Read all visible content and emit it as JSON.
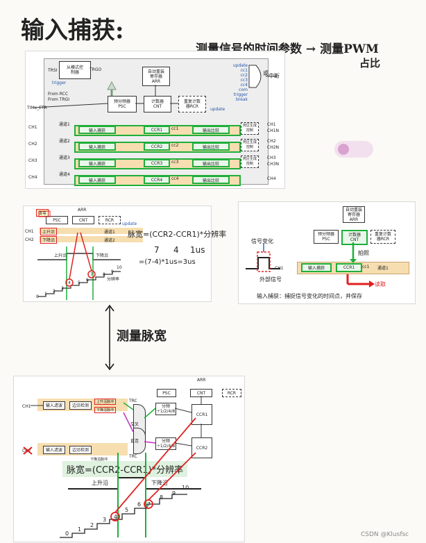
{
  "heading": "输入捕获:",
  "note": {
    "line1": "测量信号的时间参数 → 测量PWM",
    "line2": "占比"
  },
  "fig1": {
    "trsi": "TRSI",
    "trgo": "TRGO",
    "slave": [
      "从模式控",
      "制器"
    ],
    "trigger": "trigger",
    "from_rcc": "From RCC",
    "from_trgi": "From TRGI",
    "etr": "TIMx_ETR",
    "arr": [
      "自动重装",
      "寄存器",
      "ARR"
    ],
    "psc": [
      "预分频器",
      "PSC"
    ],
    "cnt": [
      "计数器",
      "CNT"
    ],
    "rcr": [
      "重复计数",
      "器RCR"
    ],
    "update": "update",
    "irq_list": [
      "update",
      "cc1",
      "cc2",
      "cc3",
      "cc4",
      "com",
      "trigger",
      "break"
    ],
    "irq_gate": "或",
    "irq_label": "中断",
    "channels": [
      {
        "pin": "CH1",
        "lane": "通道1",
        "in": "输入捕获",
        "ccr": "CCR1",
        "cc": "cc1",
        "out": "输出比较",
        "dt": [
          "死区生成",
          "控制"
        ],
        "o1": "CH1",
        "o2": "CH1N"
      },
      {
        "pin": "CH2",
        "lane": "通道2",
        "in": "输入捕获",
        "ccr": "CCR2",
        "cc": "cc2",
        "out": "输出比较",
        "dt": [
          "死区生成",
          "控制"
        ],
        "o1": "CH2",
        "o2": "CH2N"
      },
      {
        "pin": "CH3",
        "lane": "通道3",
        "in": "输入捕获",
        "ccr": "CCR3",
        "cc": "cc3",
        "out": "输出比较",
        "dt": [
          "死区生成",
          "控制"
        ],
        "o1": "CH3",
        "o2": "CH3N"
      },
      {
        "pin": "CH4",
        "lane": "通道4",
        "in": "输入捕获",
        "ccr": "CCR4",
        "cc": "cc4",
        "out": "输出比较",
        "dt": [],
        "o1": "CH4",
        "o2": ""
      }
    ]
  },
  "fig2": {
    "reset": "清零",
    "psc": "PSC",
    "cnt": "CNT",
    "rcr": "RCR",
    "arr": "ARR",
    "update": "update",
    "ch1": "CH1",
    "ch2": "CH2",
    "rise_tag": "上升沿",
    "fall_tag": "下降沿",
    "ch1_tag": "通道1",
    "ch2_tag": "通道2",
    "formula": "脉宽=(CCR2-CCR1)*分辨率",
    "values": [
      "7",
      "4",
      "1us"
    ],
    "calc": "=(7-4)*1us=3us",
    "rise": "上升沿",
    "fall": "下降沿",
    "resolution": "分辨率",
    "steps": [
      "0",
      "1",
      "2",
      "3",
      "4",
      "5",
      "6",
      "7",
      "8",
      "9",
      "10"
    ]
  },
  "fig3": {
    "arr": [
      "自动重装",
      "寄存器",
      "ARR"
    ],
    "psc": [
      "预分频器",
      "PSC"
    ],
    "cnt": [
      "计数器",
      "CNT"
    ],
    "rcr": [
      "重复计数",
      "器RCR"
    ],
    "signal_change": "信号变化",
    "capture": "拍照",
    "ch1": "CH1",
    "in": "输入捕获",
    "ccr": "CCR1",
    "cc": "cc1",
    "lane": "通道1",
    "external": "外部信号",
    "read": "读取",
    "caption": "输入捕获：捕捉信号变化的时间点，并保存"
  },
  "vertical_note": "测量脉宽",
  "fig4": {
    "psc": "PSC",
    "cnt": "CNT",
    "rcr": "RCR",
    "arr": "ARR",
    "ch1": "CH1",
    "ch2": "CH2",
    "in1": "输入滤波",
    "edge1": "边沿检测",
    "in2": "输入滤波",
    "edge2": "边沿检测",
    "rise_pulse": "上升沿脉冲",
    "fall_pulse": "下降沿脉冲",
    "fall_pulse2": "下降沿脉冲",
    "trc": "TRC",
    "div": [
      "分频",
      "÷1/2/4/8"
    ],
    "ccr1": "CCR1",
    "ccr2": "CCR2",
    "cross": "交叉",
    "direct": "直连",
    "formula": "脉宽=(CCR2-CCR1)*分辨率",
    "rise": "上升沿",
    "fall": "下降沿",
    "steps": [
      "0",
      "1",
      "2",
      "3",
      "4",
      "5",
      "6",
      "7",
      "8",
      "9",
      "10"
    ]
  },
  "watermark": "CSDN @Klusfsc",
  "colors": {
    "green": "#1fae3a",
    "red": "#e02020",
    "yellow": "#f6deb0",
    "magenta": "#c030c0"
  }
}
